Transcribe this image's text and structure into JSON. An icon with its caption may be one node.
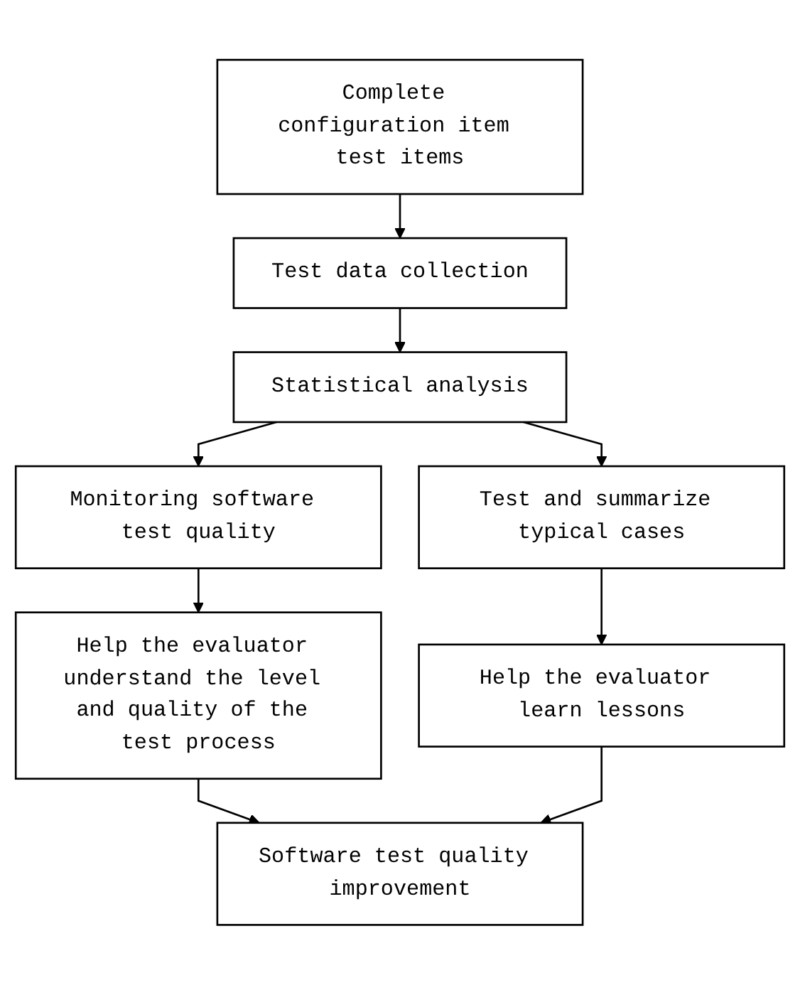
{
  "diagram": {
    "nodes": [
      {
        "text": [
          "Complete configuration item test items"
        ]
      },
      {
        "text": [
          "Test data collection"
        ]
      },
      {
        "text": [
          "Statistical analysis"
        ]
      },
      {
        "text": [
          "Monitoring software test quality"
        ]
      },
      {
        "text": [
          "Test and summarize typical cases"
        ]
      },
      {
        "text": [
          "Help the evaluator understand the level and quality of the test process"
        ]
      },
      {
        "text": [
          "Help the evaluator learn lessons"
        ]
      },
      {
        "text": [
          "Software test quality improvement"
        ]
      }
    ],
    "edges": [
      {
        "from": 0,
        "to": 1,
        "arrow": "to"
      },
      {
        "from": 1,
        "to": 2,
        "arrow": "to"
      },
      {
        "from": 2,
        "to": 3,
        "arrow": "to"
      },
      {
        "from": 2,
        "to": 4,
        "arrow": "to"
      },
      {
        "from": 3,
        "to": 5,
        "arrow": "to"
      },
      {
        "from": 4,
        "to": 6,
        "arrow": "to"
      },
      {
        "from": 5,
        "to": 7,
        "arrow": "to"
      },
      {
        "from": 6,
        "to": 7,
        "arrow": "to"
      }
    ]
  }
}
